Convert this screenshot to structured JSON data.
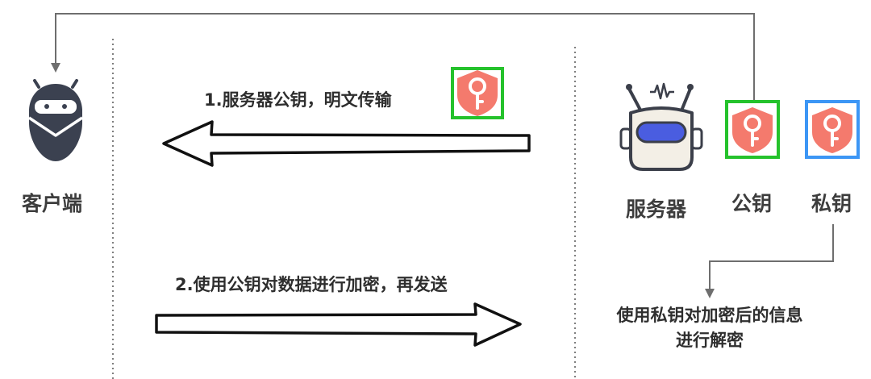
{
  "nodes": {
    "client": "客户端",
    "server": "服务器",
    "public_key": "公钥",
    "private_key": "私钥"
  },
  "steps": {
    "step1": "1.服务器公钥，明文传输",
    "step2": "2.使用公钥对数据进行加密，再发送"
  },
  "note": {
    "line1": "使用私钥对加密后的信息",
    "line2": "进行解密"
  },
  "colors": {
    "shield": "#f47a6d",
    "public_key_frame": "#25c22c",
    "private_key_frame": "#3c96f5",
    "connector": "#6e6e6e",
    "client_robot": "#3b4150",
    "server_robot": "#3b3f4a"
  },
  "icons": {
    "client": "client-robot-icon",
    "server": "server-robot-icon",
    "key": "key-shield-icon"
  }
}
